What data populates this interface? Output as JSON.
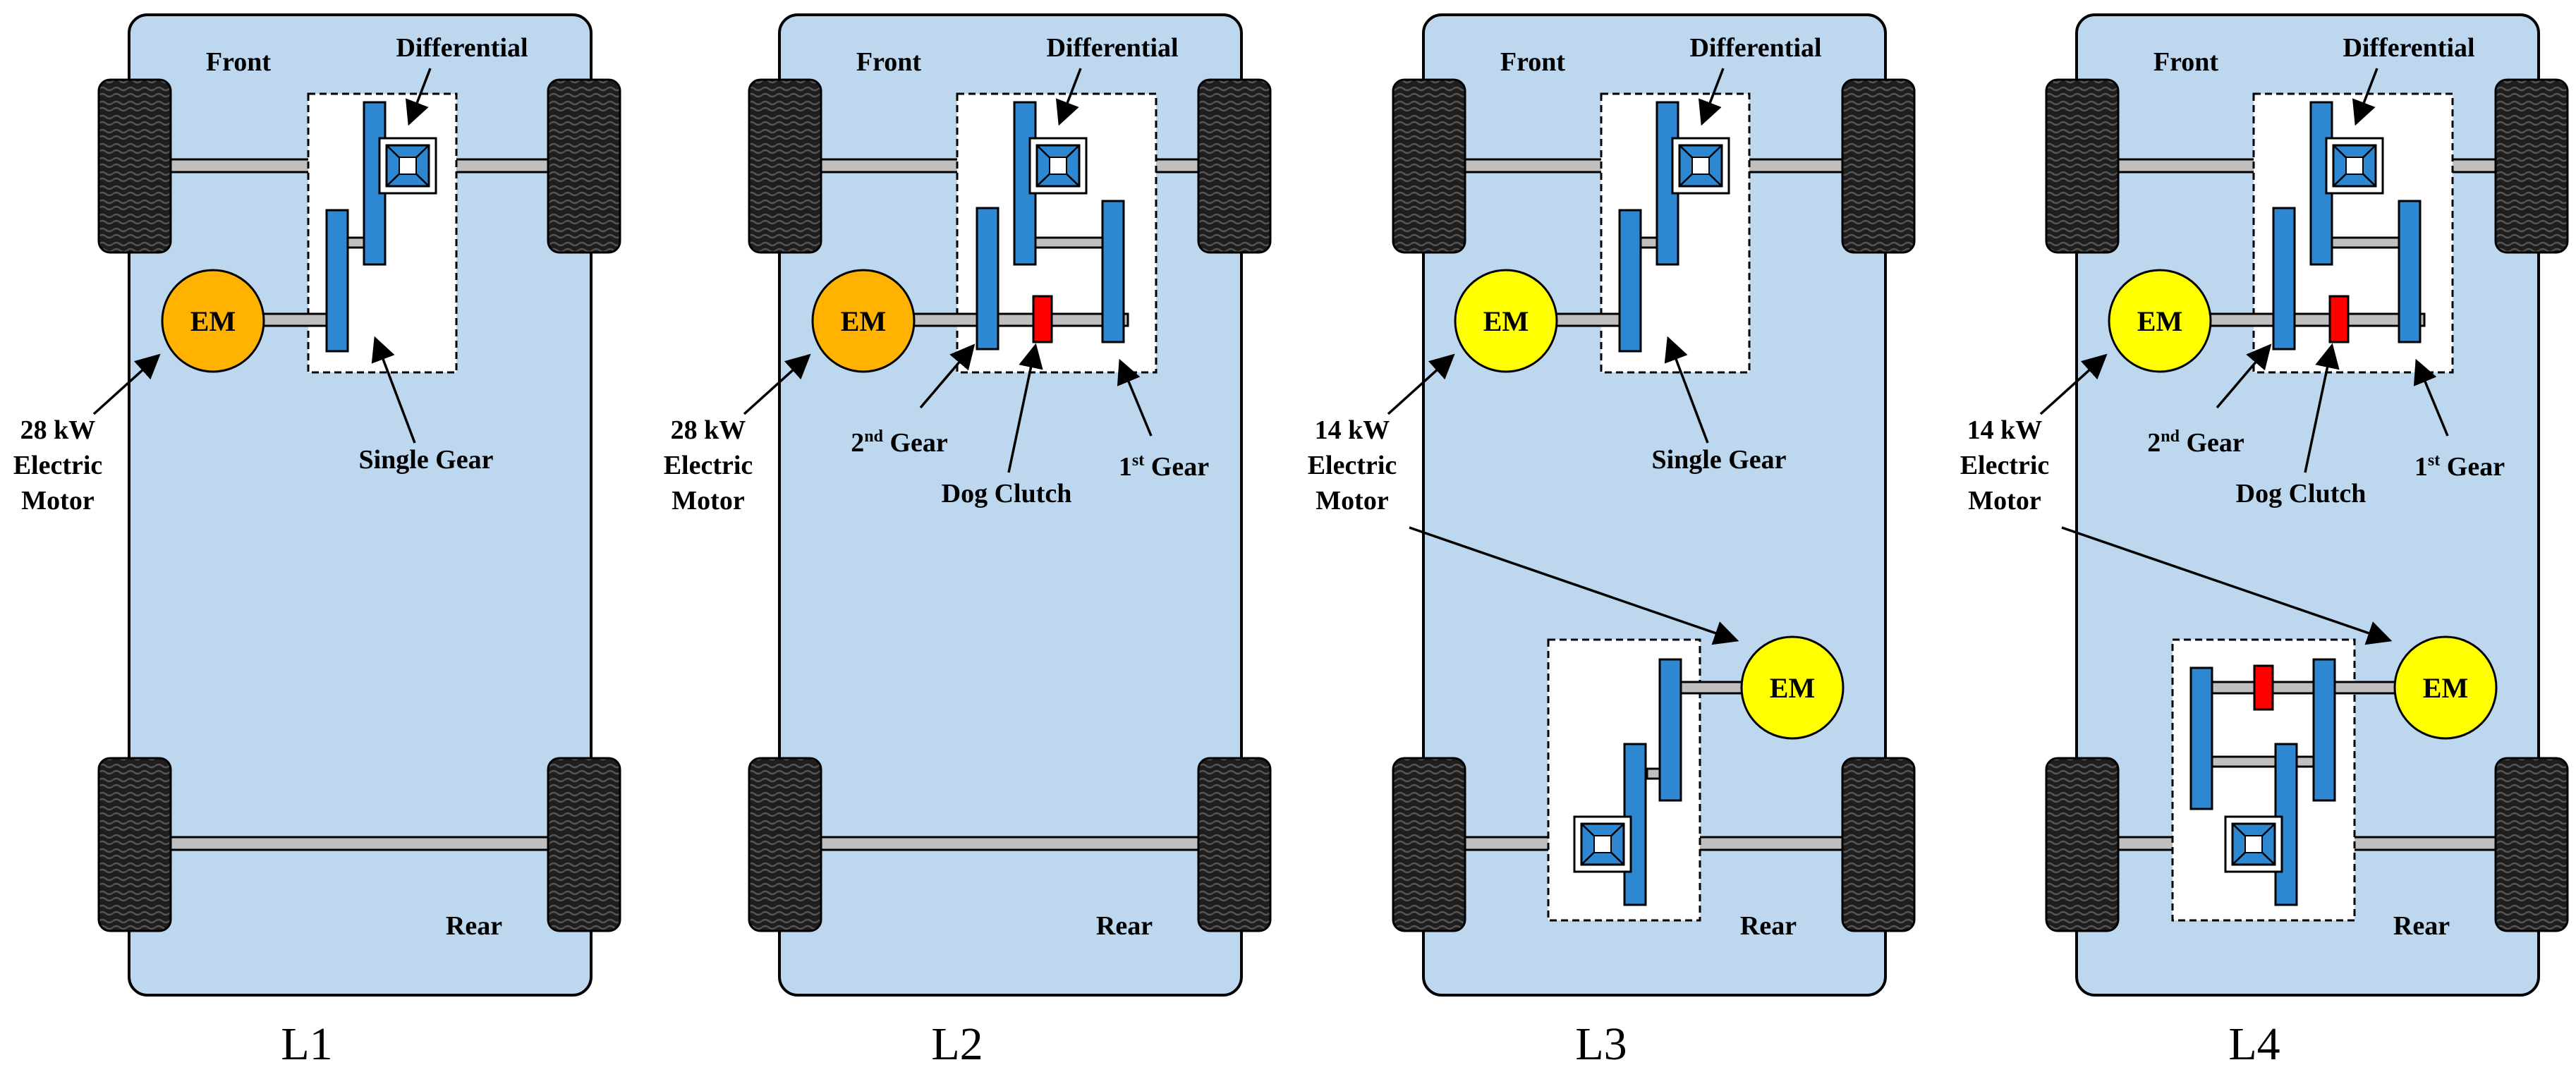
{
  "panels": [
    {
      "caption": "L1",
      "front": "Front",
      "rear": "Rear",
      "differential": "Differential",
      "em": "EM",
      "motor_label": [
        "28 kW",
        "Electric",
        "Motor"
      ],
      "gear_single": "Single Gear"
    },
    {
      "caption": "L2",
      "front": "Front",
      "rear": "Rear",
      "differential": "Differential",
      "em": "EM",
      "motor_label": [
        "28 kW",
        "Electric",
        "Motor"
      ],
      "gear2_num": "2",
      "gear2_sup": "nd",
      "gear2_text": " Gear",
      "gear1_num": "1",
      "gear1_sup": "st",
      "gear1_text": " Gear",
      "dog_clutch": "Dog Clutch"
    },
    {
      "caption": "L3",
      "front": "Front",
      "rear": "Rear",
      "differential": "Differential",
      "em_front": "EM",
      "em_rear": "EM",
      "motor_label": [
        "14 kW",
        "Electric",
        "Motor"
      ],
      "gear_single": "Single Gear"
    },
    {
      "caption": "L4",
      "front": "Front",
      "rear": "Rear",
      "differential": "Differential",
      "em_front": "EM",
      "em_rear": "EM",
      "motor_label": [
        "14 kW",
        "Electric",
        "Motor"
      ],
      "gear2_num": "2",
      "gear2_sup": "nd",
      "gear2_text": " Gear",
      "gear1_num": "1",
      "gear1_sup": "st",
      "gear1_text": " Gear",
      "dog_clutch": "Dog Clutch"
    }
  ],
  "colors": {
    "body": "#bdd7ee",
    "gear": "#2e87d1",
    "em_28kw": "#ffb300",
    "em_14kw": "#ffff00",
    "clutch": "#ff0000",
    "shaft": "#bfbfbf",
    "tire": "#1e1e1e"
  }
}
